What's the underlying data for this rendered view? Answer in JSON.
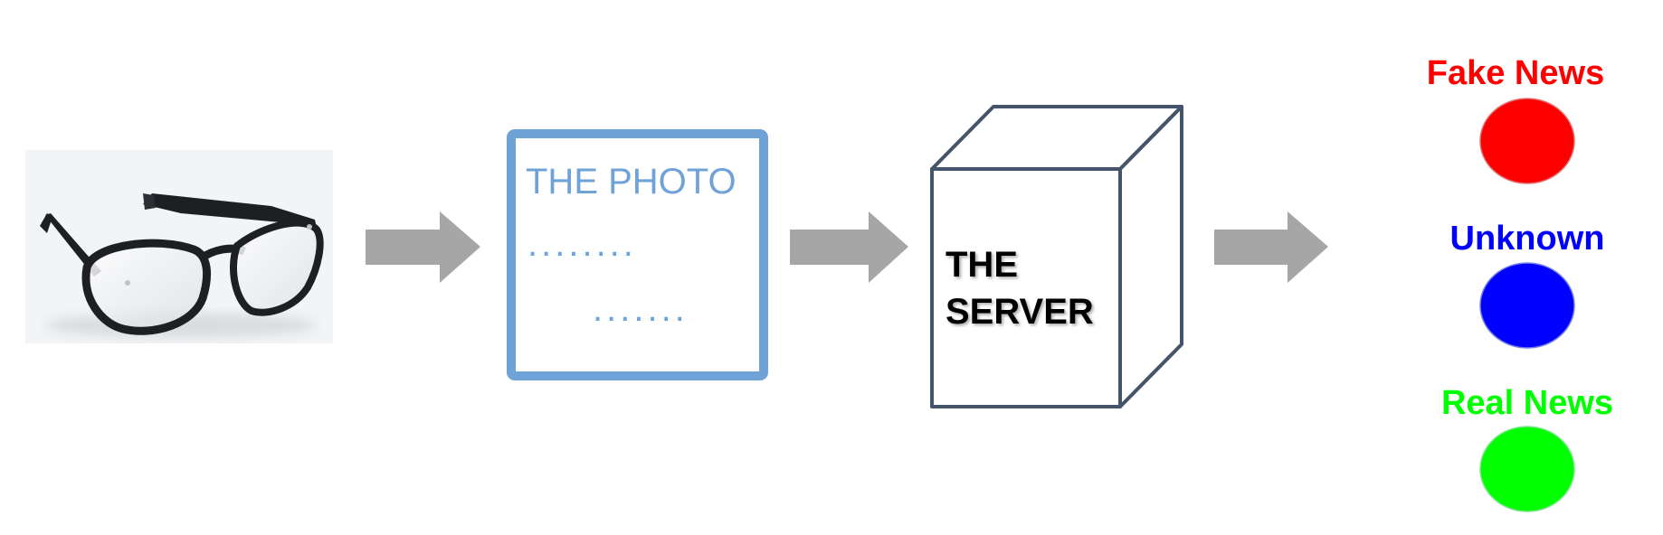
{
  "photo_box": {
    "title": "THE PHOTO",
    "dots_line_1": "........",
    "dots_line_2": ".......",
    "color": "#6fa3d8"
  },
  "server": {
    "line_1": "THE",
    "line_2": "SERVER",
    "stroke_color": "#44546a"
  },
  "arrow_color": "#a6a6a6",
  "outputs": [
    {
      "label": "Fake News",
      "color": "#ff0000"
    },
    {
      "label": "Unknown",
      "color": "#0000ff"
    },
    {
      "label": "Real News",
      "color": "#00ff00"
    }
  ]
}
